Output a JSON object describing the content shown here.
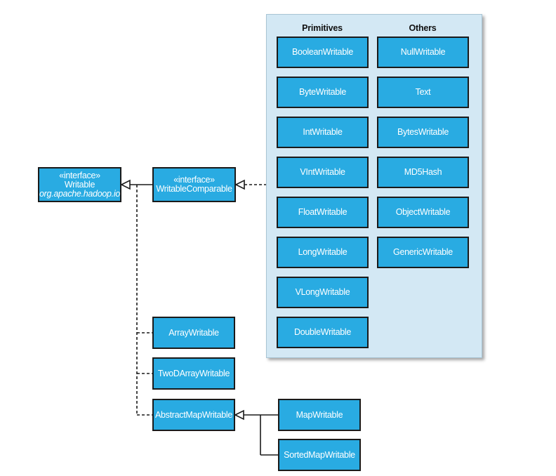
{
  "writable": {
    "stereotype": "«interface»",
    "name": "Writable",
    "package": "org.apache.hadoop.io"
  },
  "writable_comparable": {
    "stereotype": "«interface»",
    "name": "WritableComparable"
  },
  "panel": {
    "primitives_header": "Primitives",
    "others_header": "Others",
    "primitives": [
      "BooleanWritable",
      "ByteWritable",
      "IntWritable",
      "VIntWritable",
      "FloatWritable",
      "LongWritable",
      "VLongWritable",
      "DoubleWritable"
    ],
    "others": [
      "NullWritable",
      "Text",
      "BytesWritable",
      "MD5Hash",
      "ObjectWritable",
      "GenericWritable"
    ]
  },
  "lower": {
    "array": "ArrayWritable",
    "two_d_array": "TwoDArrayWritable",
    "abstract_map": "AbstractMapWritable",
    "map": "MapWritable",
    "sorted_map": "SortedMapWritable"
  },
  "colors": {
    "box_fill": "#29abe2",
    "box_border": "#1a1a1a",
    "panel_fill": "#d3e8f4",
    "connector": "#1a1a1a"
  }
}
